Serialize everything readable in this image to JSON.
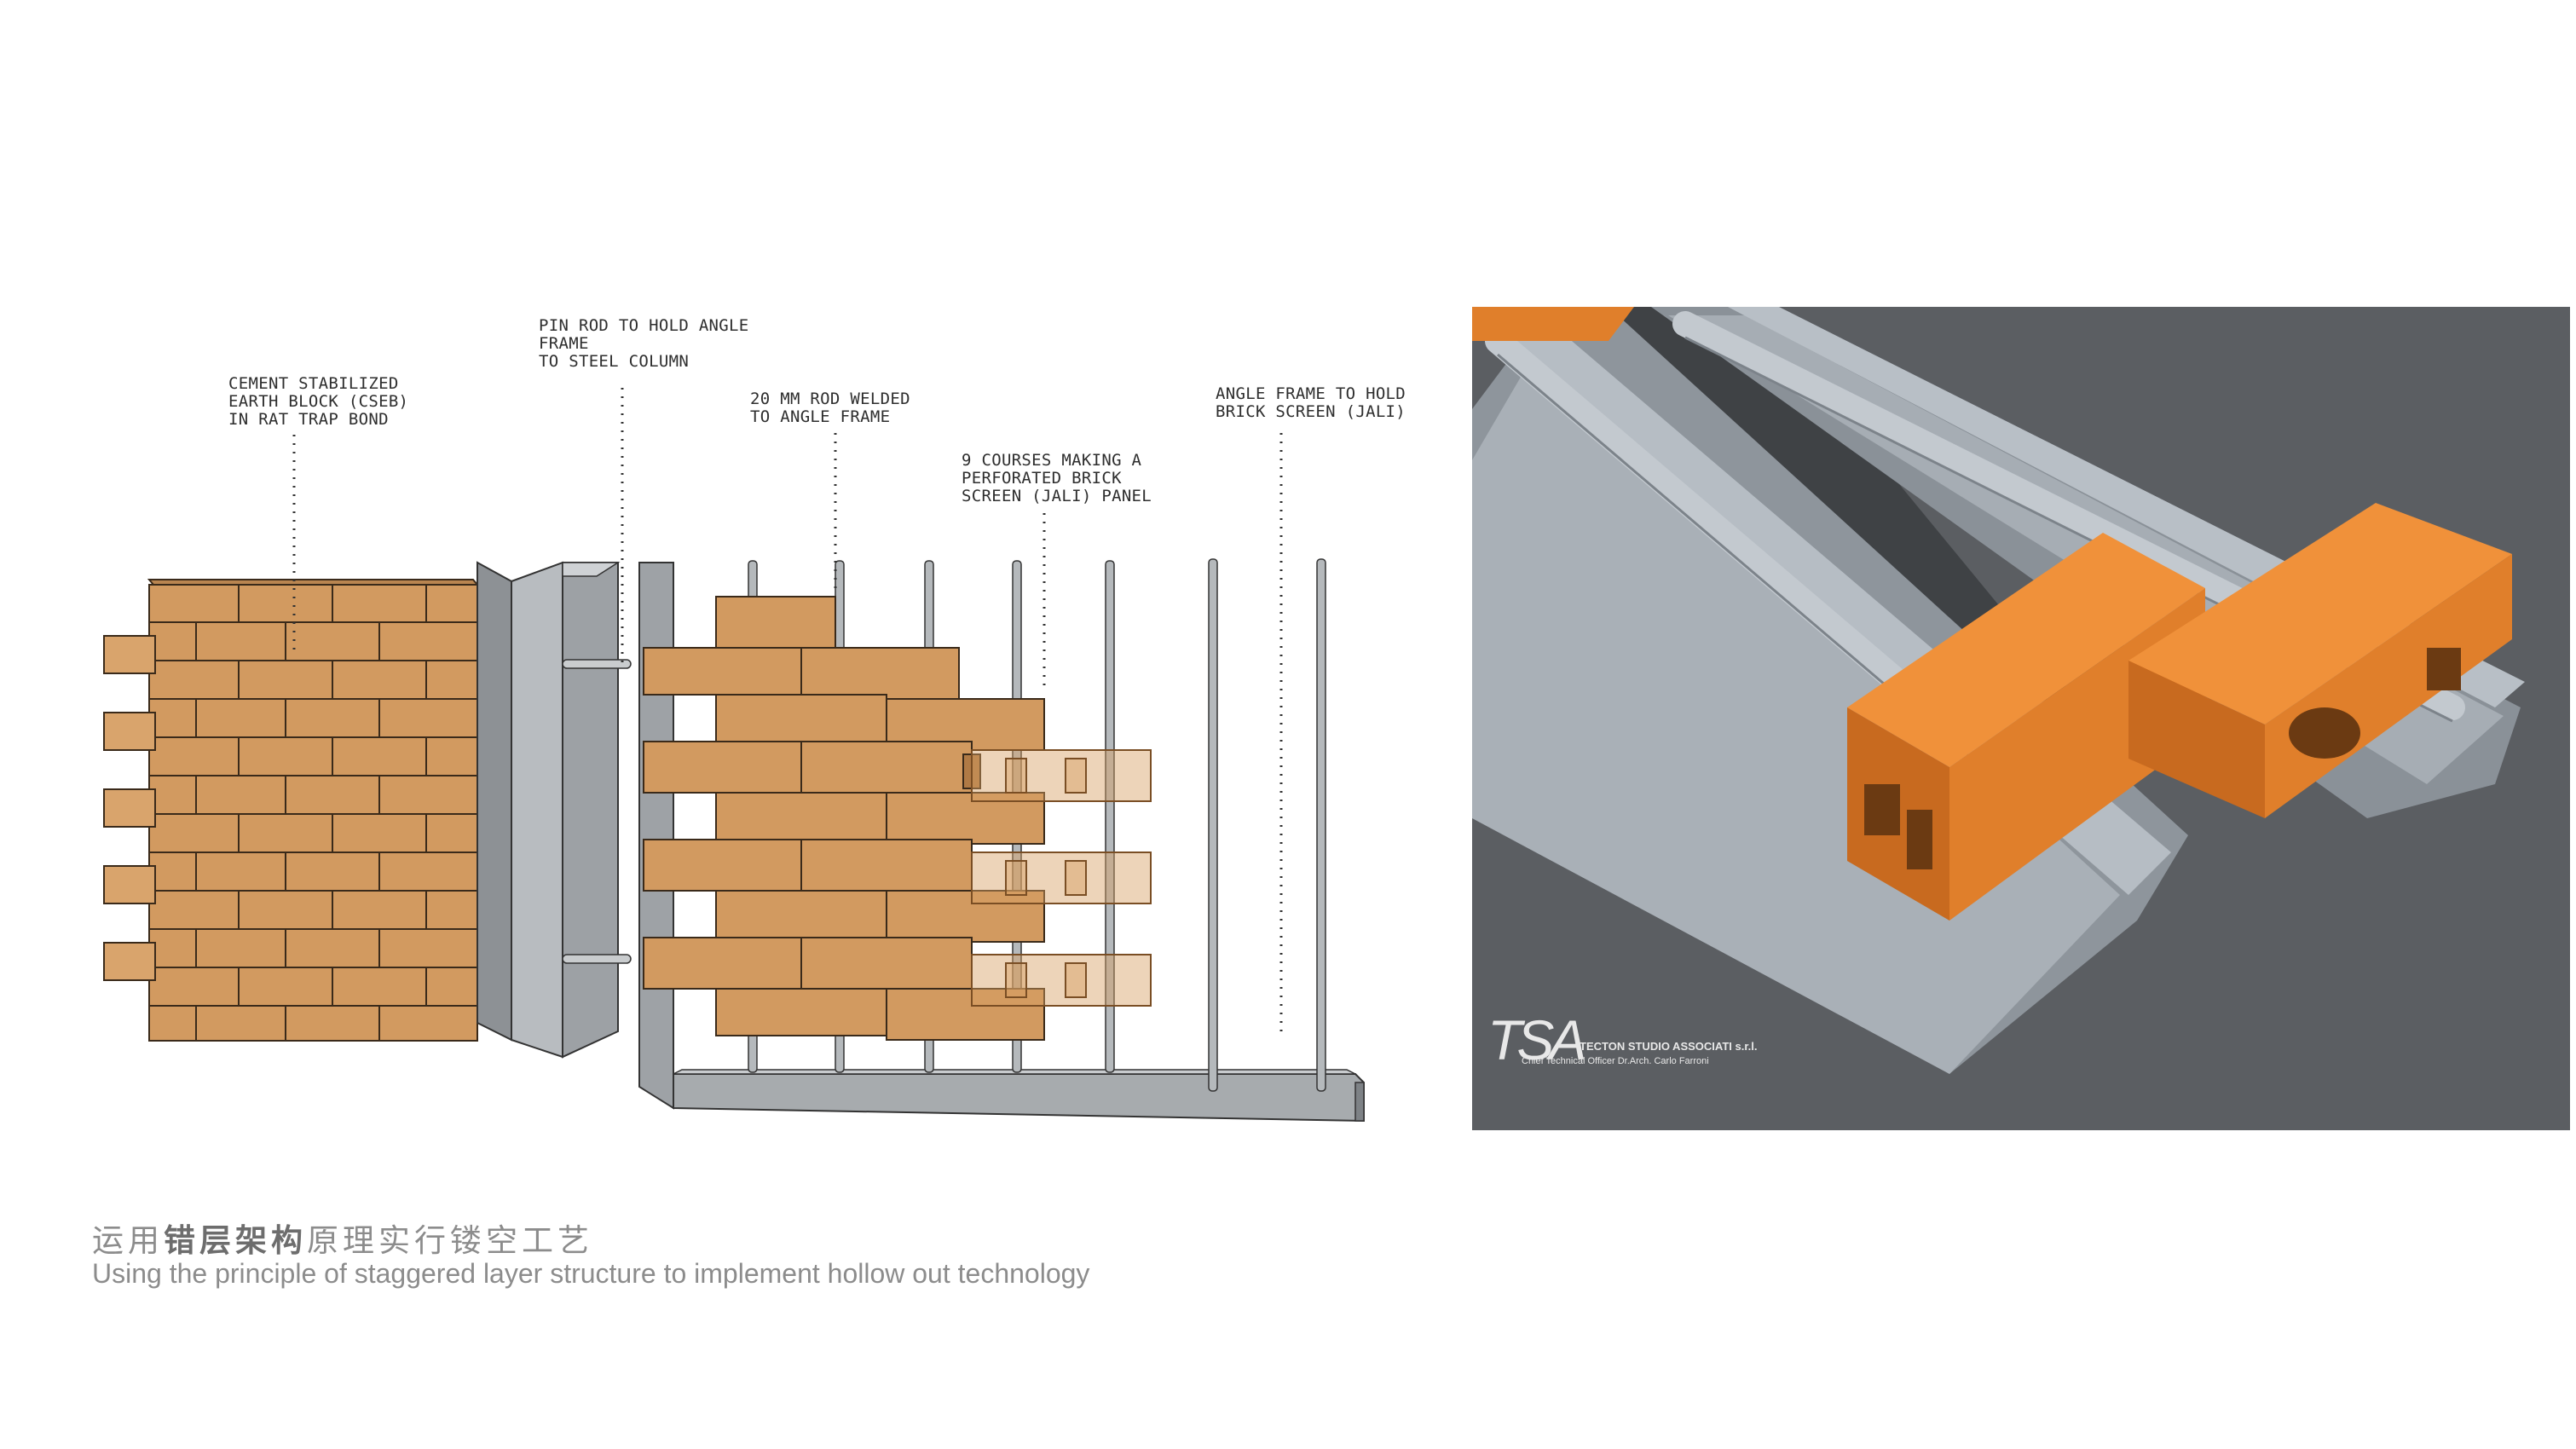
{
  "diagram": {
    "labels": {
      "cseb": "CEMENT STABILIZED\nEARTH BLOCK (CSEB)\nIN RAT TRAP BOND",
      "pin_rod": "PIN ROD TO HOLD ANGLE\nFRAME\nTO STEEL COLUMN",
      "rod_20mm": "20 MM ROD  WELDED\nTO ANGLE FRAME",
      "courses": "9 COURSES MAKING A\nPERFORATED BRICK\nSCREEN (jali) PANEL",
      "angle_frame": "ANGLE FRAME TO HOLD\nBRICK SCREEN (Jali)"
    }
  },
  "render": {
    "logo_mark": "TSA",
    "company": "TECTON STUDIO ASSOCIATI s.r.l.",
    "subtitle": "Chief Technical Officer Dr.Arch. Carlo Farroni"
  },
  "caption": {
    "cn_prefix": "运用",
    "cn_bold": "错层架构",
    "cn_suffix": "原理实行镂空工艺",
    "en": "Using the principle of staggered layer structure to implement hollow out technology"
  },
  "colors": {
    "brick": "#d29a60",
    "brick_dark": "#7a4e24",
    "steel": "#a7abae",
    "terracotta": "#e07f2b",
    "render_bg": "#5b5e62"
  }
}
